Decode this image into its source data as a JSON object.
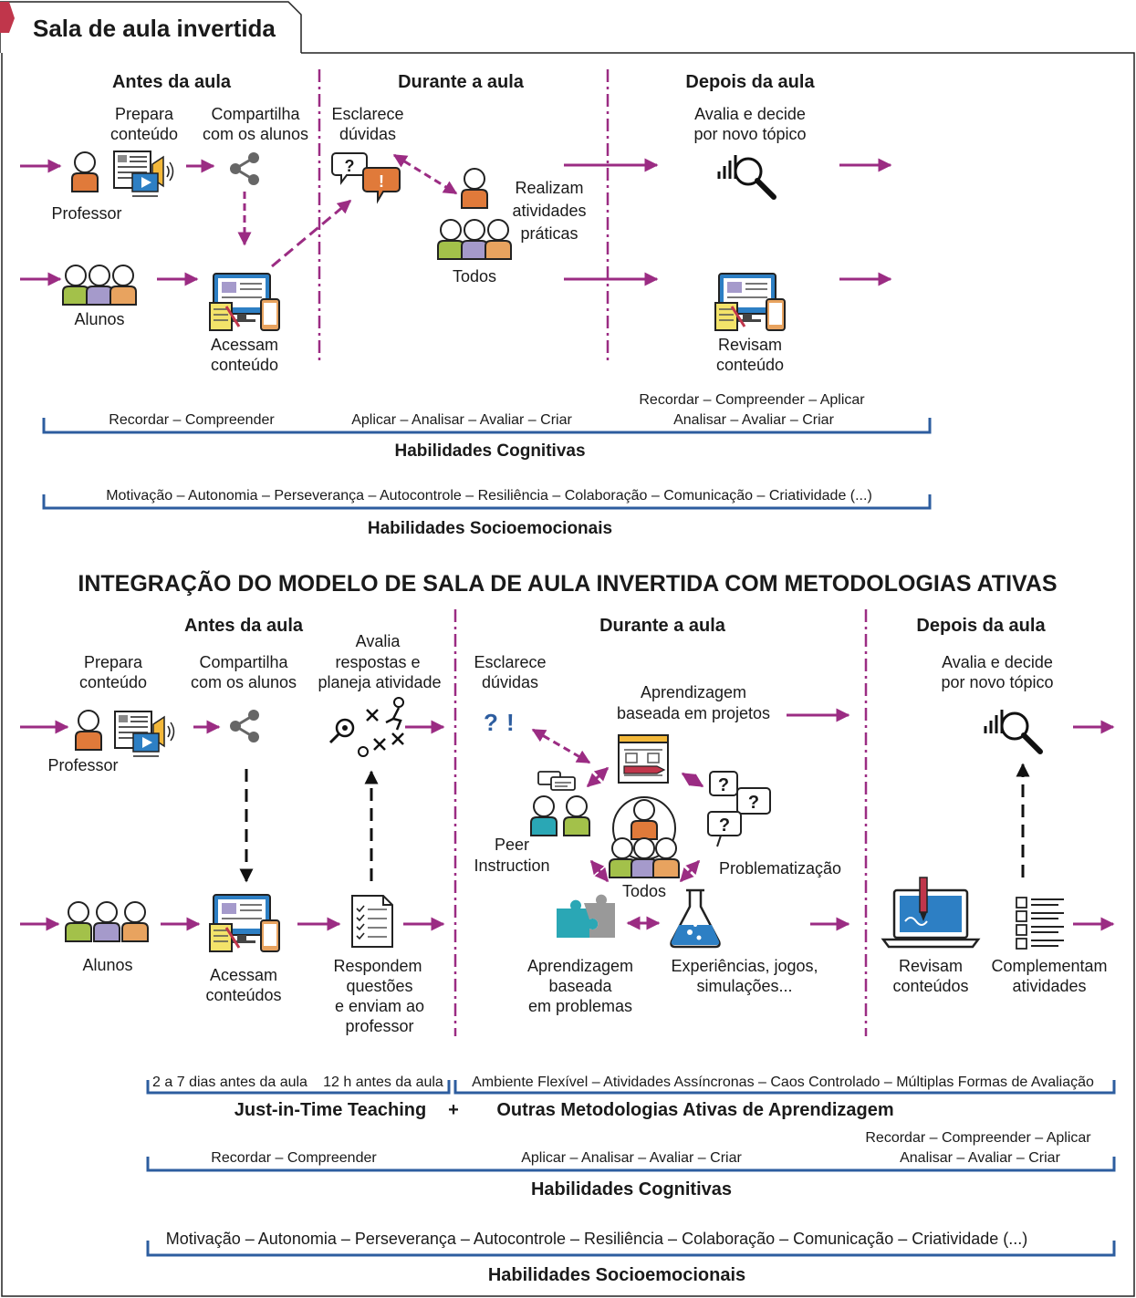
{
  "page_title": "Sala de aula invertida",
  "colors": {
    "magenta": "#9b2c83",
    "blue": "#2d5d9f",
    "orange": "#e07a3a",
    "lime": "#a3c14a",
    "lavender": "#a59acb",
    "tan": "#e8a35f",
    "red_tab": "#c0364b",
    "teal": "#2aa7b5"
  },
  "top": {
    "phases": {
      "before": "Antes da aula",
      "during": "Durante a aula",
      "after": "Depois da aula"
    },
    "prepara": [
      "Prepara",
      "conteúdo"
    ],
    "compartilha": [
      "Compartilha",
      "com os alunos"
    ],
    "esclarece": [
      "Esclarece",
      "dúvidas"
    ],
    "avalia": [
      "Avalia e decide",
      "por novo tópico"
    ],
    "professor": "Professor",
    "realizam": [
      "Realizam",
      "atividades",
      "práticas"
    ],
    "todos": "Todos",
    "alunos": "Alunos",
    "acessam": [
      "Acessam",
      "conteúdo"
    ],
    "revisam": [
      "Revisam",
      "conteúdo"
    ],
    "cog_before": "Recordar – Compreender",
    "cog_during": "Aplicar – Analisar – Avaliar – Criar",
    "cog_after": [
      "Recordar – Compreender – Aplicar",
      "Analisar – Avaliar – Criar"
    ],
    "cog_title": "Habilidades Cognitivas",
    "socio_list": "Motivação – Autonomia – Perseverança – Autocontrole – Resiliência – Colaboração – Comunicação – Criatividade (...)",
    "socio_title": "Habilidades Socioemocionais"
  },
  "bottom": {
    "title": "INTEGRAÇÃO DO MODELO DE SALA DE AULA INVERTIDA COM METODOLOGIAS ATIVAS",
    "phases": {
      "before": "Antes da aula",
      "during": "Durante a aula",
      "after": "Depois da aula"
    },
    "prepara": [
      "Prepara",
      "conteúdo"
    ],
    "compartilha": [
      "Compartilha",
      "com os alunos"
    ],
    "avalia_resp": [
      "Avalia",
      "respostas e",
      "planeja atividade"
    ],
    "esclarece": [
      "Esclarece",
      "dúvidas"
    ],
    "aprendizagem_projetos": [
      "Aprendizagem",
      "baseada em projetos"
    ],
    "avalia": [
      "Avalia e decide",
      "por novo tópico"
    ],
    "professor": "Professor",
    "peer": [
      "Peer",
      "Instruction"
    ],
    "problematizacao": "Problematização",
    "todos": "Todos",
    "alunos": "Alunos",
    "acessam": [
      "Acessam",
      "conteúdos"
    ],
    "respondem": [
      "Respondem",
      "questões",
      "e enviam ao",
      "professor"
    ],
    "aprendizagem_problemas": [
      "Aprendizagem",
      "baseada",
      "em problemas"
    ],
    "experiencias": [
      "Experiências, jogos,",
      "simulações..."
    ],
    "revisam": [
      "Revisam",
      "conteúdos"
    ],
    "complementam": [
      "Complementam",
      "atividades"
    ],
    "time1": "2 a 7 dias antes da aula",
    "time2": "12 h antes da aula",
    "ambiente": "Ambiente Flexível – Atividades Assíncronas – Caos Controlado – Múltiplas Formas de Avaliação",
    "jitt": "Just-in-Time Teaching",
    "plus": "+",
    "outras": "Outras Metodologias Ativas de Aprendizagem",
    "cog_before": "Recordar – Compreender",
    "cog_during": "Aplicar – Analisar – Avaliar – Criar",
    "cog_after": [
      "Recordar – Compreender – Aplicar",
      "Analisar – Avaliar – Criar"
    ],
    "cog_title": "Habilidades Cognitivas",
    "socio_list": "Motivação – Autonomia – Perseverança – Autocontrole – Resiliência – Colaboração – Comunicação – Criatividade (...)",
    "socio_title": "Habilidades Socioemocionais"
  },
  "icons": {
    "question": "?",
    "exclamation": "!",
    "share": "share-icon",
    "search": "search-chart-icon",
    "laptop": "laptop-icon",
    "checklist": "checklist-icon",
    "flask": "flask-icon",
    "puzzle": "puzzle-icon",
    "tactics": "tactics-icon",
    "presentation": "presentation-icon"
  }
}
